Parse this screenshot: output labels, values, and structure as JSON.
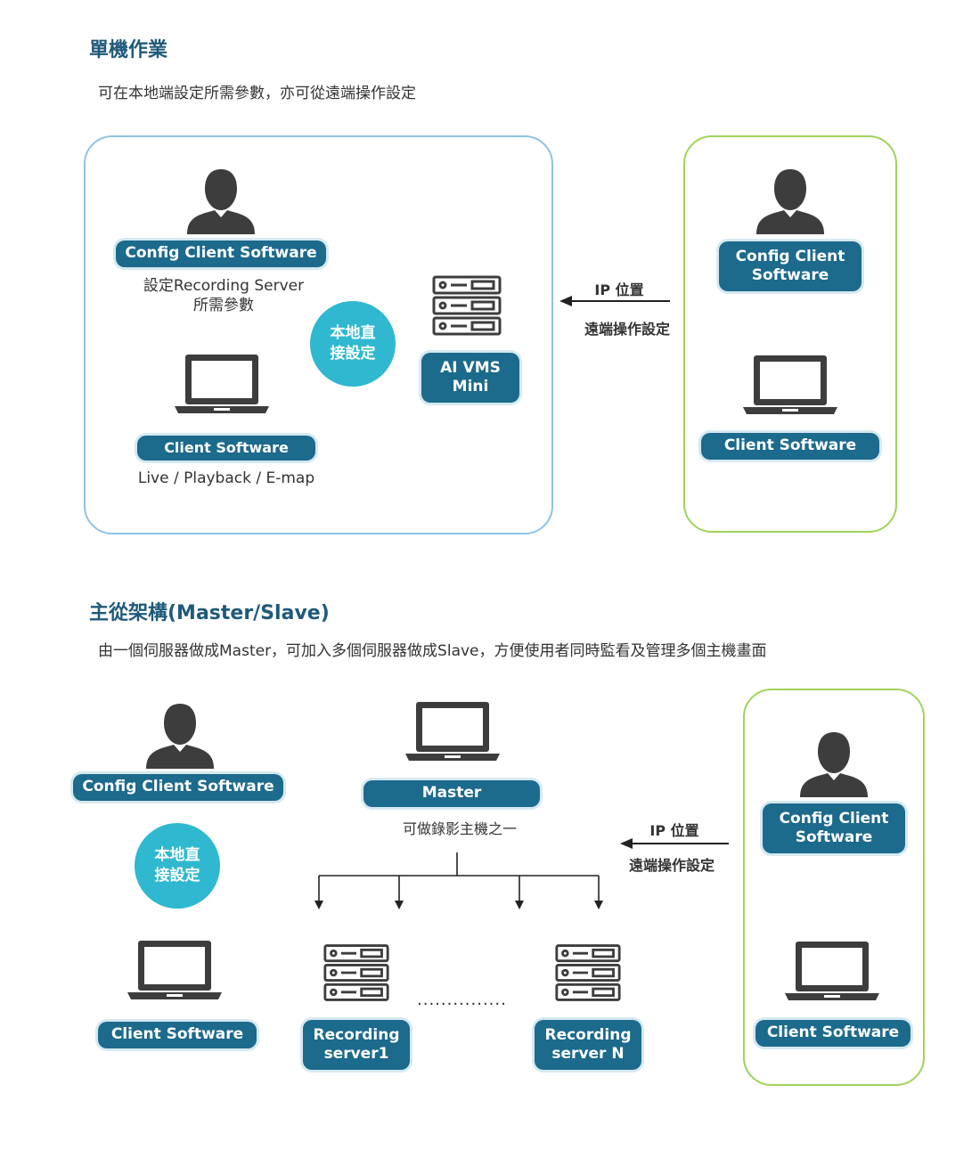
{
  "section1": {
    "title": "單機作業",
    "subtitle": "可在本地端設定所需參數，亦可從遠端操作設定",
    "local": {
      "config_label": "Config Client Software",
      "config_desc_1": "設定Recording Server",
      "config_desc_2": "所需參數",
      "circle_1": "本地直",
      "circle_2": "接設定",
      "server_label_1": "AI VMS",
      "server_label_2": "Mini",
      "client_label": "Client Software",
      "client_desc": "Live / Playback / E-map"
    },
    "arrow": {
      "label_top": "IP 位置",
      "label_bottom": "遠端操作設定"
    },
    "remote": {
      "config_label_1": "Config Client",
      "config_label_2": "Software",
      "client_label": "Client Software"
    }
  },
  "section2": {
    "title": "主從架構(Master/Slave)",
    "subtitle": "由一個伺服器做成Master，可加入多個伺服器做成Slave，方便使用者同時監看及管理多個主機畫面",
    "local": {
      "config_label": "Config Client Software",
      "circle_1": "本地直",
      "circle_2": "接設定",
      "client_label": "Client Software"
    },
    "master": {
      "label": "Master",
      "desc": "可做錄影主機之一"
    },
    "servers": [
      {
        "label_1": "Recording",
        "label_2": "server1"
      },
      {
        "label_1": "Recording",
        "label_2": "server N"
      }
    ],
    "dots": "...............",
    "arrow": {
      "label_top": "IP 位置",
      "label_bottom": "遠端操作設定"
    },
    "remote": {
      "config_label_1": "Config Client",
      "config_label_2": "Software",
      "client_label": "Client Software"
    }
  },
  "colors": {
    "title": "#1f5a7a",
    "pill": "#1c6a8c",
    "circle": "#2fb8cf",
    "icon": "#3d3d3d",
    "frame_blue": "#8ec3e6",
    "frame_green": "#9fd35a"
  }
}
